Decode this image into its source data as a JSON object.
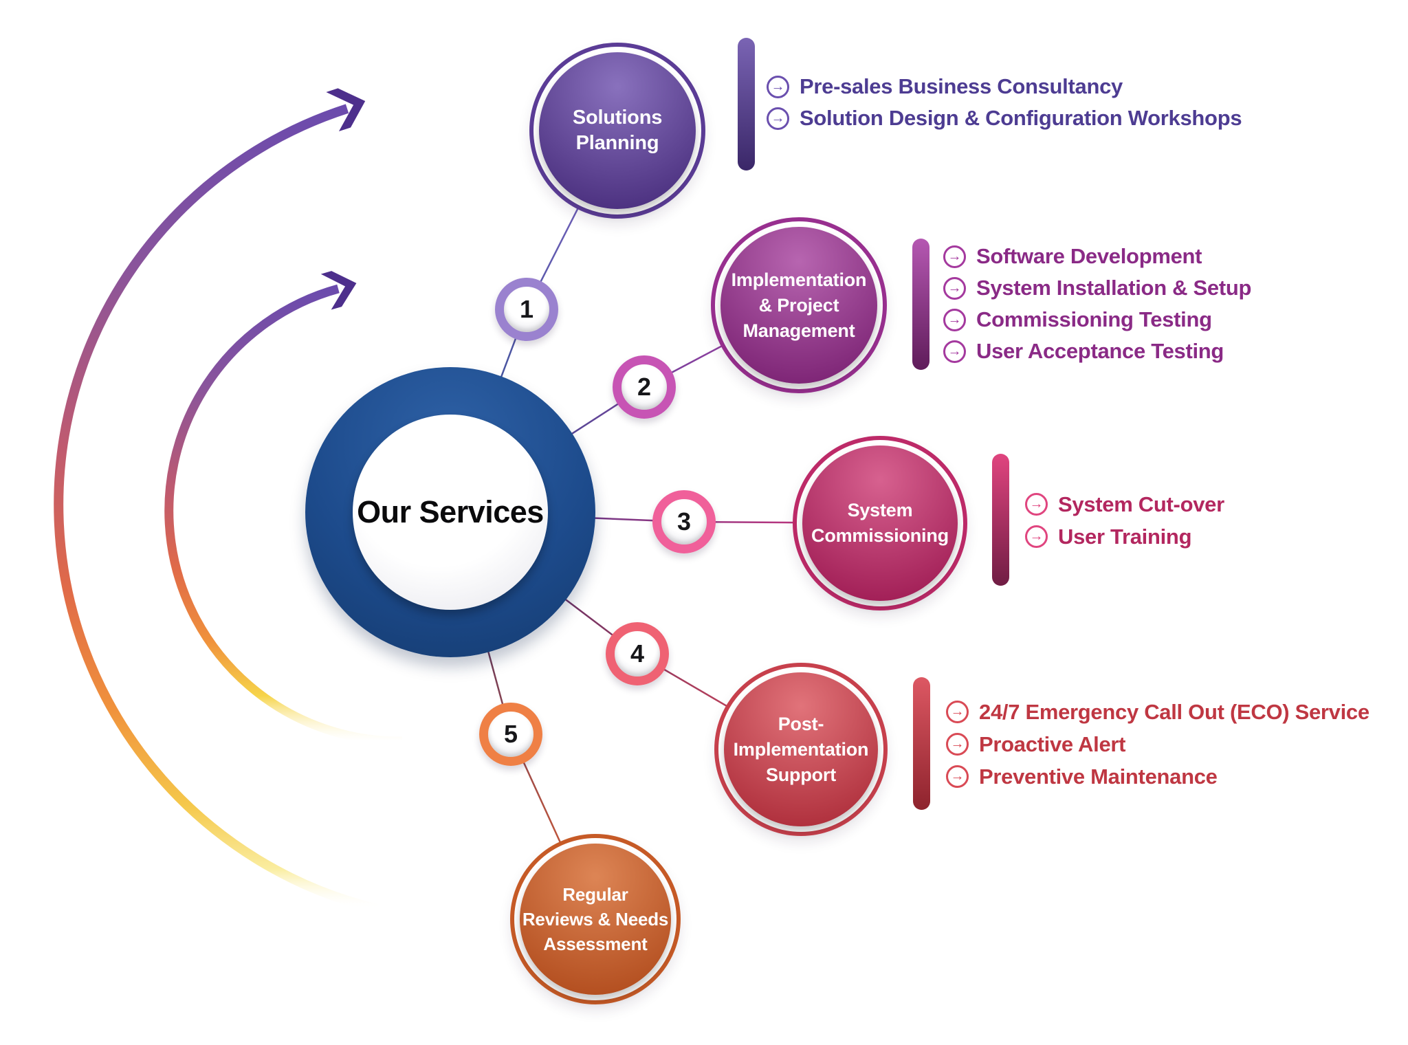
{
  "title": "Our Services",
  "center": {
    "label": "Our Services"
  },
  "icons": {
    "bullet_arrow": "→"
  },
  "colors": {
    "center_ring": "#1d4b8c",
    "center_fill": "#ffffff",
    "center_text": "#0a0a0c"
  },
  "nodes": [
    {
      "number": "1",
      "label": "Solutions\nPlanning",
      "items": [
        "Pre-sales Business Consultancy",
        "Solution Design & Configuration Workshops"
      ],
      "colors": {
        "ring": "#5b3c96",
        "fillT": "#8971bd",
        "fillB": "#4a2f7e",
        "badge": "#9a82cf",
        "barT": "#7a64b4",
        "barB": "#3a2768",
        "text": "#4d3c92",
        "icon": "#6a4fae"
      }
    },
    {
      "number": "2",
      "label": "Implementation\n& Project\nManagement",
      "items": [
        "Software Development",
        "System Installation & Setup",
        "Commissioning Testing",
        "User Acceptance Testing"
      ],
      "colors": {
        "ring": "#982f8f",
        "fillT": "#b765b0",
        "fillB": "#7c2374",
        "badge": "#c754b4",
        "barT": "#b558b2",
        "barB": "#5f1c5a",
        "text": "#8a2a86",
        "icon": "#a4399e"
      }
    },
    {
      "number": "3",
      "label": "System\nCommissioning",
      "items": [
        "System Cut-over",
        "User Training"
      ],
      "colors": {
        "ring": "#bd2a68",
        "fillT": "#d7618f",
        "fillB": "#a01d55",
        "badge": "#f0609a",
        "barT": "#e0457f",
        "barB": "#701d44",
        "text": "#b3275f",
        "icon": "#e0457f"
      }
    },
    {
      "number": "4",
      "label": "Post-\nImplementation\nSupport",
      "items": [
        "24/7 Emergency Call Out (ECO) Service",
        "Proactive Alert",
        "Preventive Maintenance"
      ],
      "colors": {
        "ring": "#c7404c",
        "fillT": "#e1737a",
        "fillB": "#ae2e3b",
        "badge": "#ef6273",
        "barT": "#dd5863",
        "barB": "#8e232d",
        "text": "#bf3742",
        "icon": "#d94a55"
      }
    },
    {
      "number": "5",
      "label": "Regular\nReviews & Needs\nAssessment",
      "items": [],
      "colors": {
        "ring": "#c65a26",
        "fillT": "#dd8555",
        "fillB": "#b24d1e",
        "badge": "#ef8045",
        "barT": "#e07a35",
        "barB": "#b24d1e",
        "text": "#c65a26",
        "icon": "#c65a26"
      }
    }
  ]
}
